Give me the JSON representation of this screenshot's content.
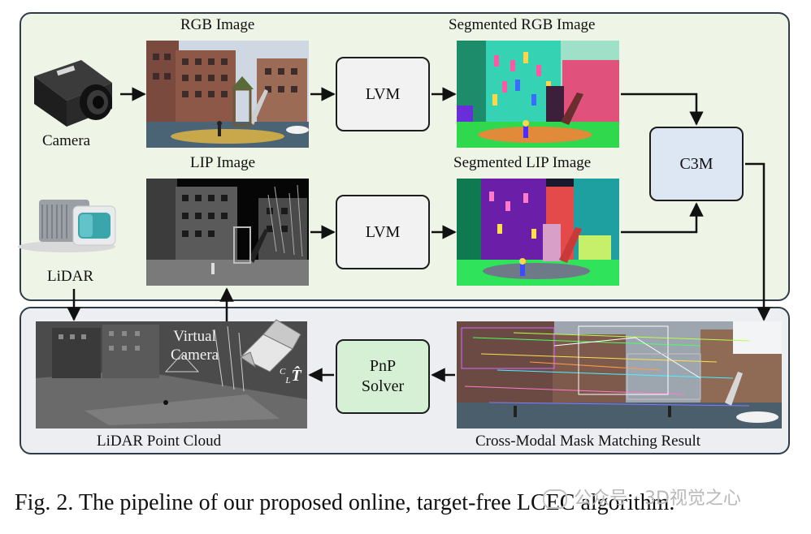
{
  "labels": {
    "rgb_image": "RGB Image",
    "segmented_rgb_image": "Segmented RGB Image",
    "camera": "Camera",
    "lip_image": "LIP Image",
    "segmented_lip_image": "Segmented LIP Image",
    "lidar": "LiDAR",
    "lidar_point_cloud": "LiDAR Point Cloud",
    "cross_modal_result": "Cross-Modal Mask Matching Result",
    "virtual_camera_line1": "Virtual",
    "virtual_camera_line2": "Camera",
    "transform_symbol": "T̂"
  },
  "blocks": {
    "lvm_top": "LVM",
    "lvm_bottom": "LVM",
    "c3m": "C3M",
    "pnp_line1": "PnP",
    "pnp_line2": "Solver"
  },
  "caption": "Fig. 2.  The pipeline of our proposed online, target-free LCEC algorithm.",
  "watermark": "公众号 · 3D视觉之心",
  "colors": {
    "top_panel_bg": "#eef4e6",
    "bottom_panel_bg": "#eceef2",
    "c3m_bg": "#dde7f4",
    "pnp_bg": "#d6f0d6",
    "lvm_bg": "#f2f2f2",
    "panel_border": "#2f3d4a"
  }
}
